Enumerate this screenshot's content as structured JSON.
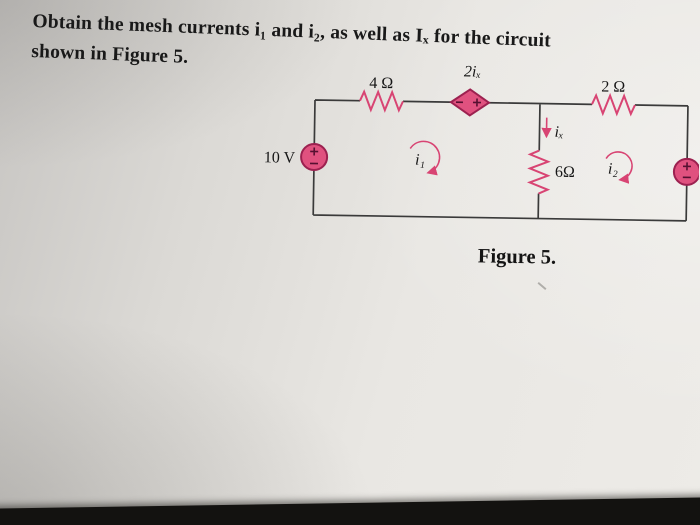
{
  "problem": {
    "line1": "Obtain the mesh currents i₁ and i₂, as well as Iₓ for the circuit",
    "line2": "shown in Figure 5."
  },
  "circuit": {
    "source_left_label": "10 V",
    "resistor_top_left_label": "4 Ω",
    "dependent_source_label": "2iₓ",
    "resistor_top_right_label": "2 Ω",
    "resistor_middle_label": "6Ω",
    "branch_current_label": "iₓ",
    "mesh1_label": "i₁",
    "mesh2_label": "i₂"
  },
  "figure": {
    "caption": "Figure 5."
  },
  "colors": {
    "component_line": "#d84473",
    "component_fill": "#e0517f",
    "component_outline": "#9c2150",
    "wire": "#3a3a3a",
    "ink": "#191919",
    "paper": "#e7e5e0",
    "table": "#131210"
  }
}
